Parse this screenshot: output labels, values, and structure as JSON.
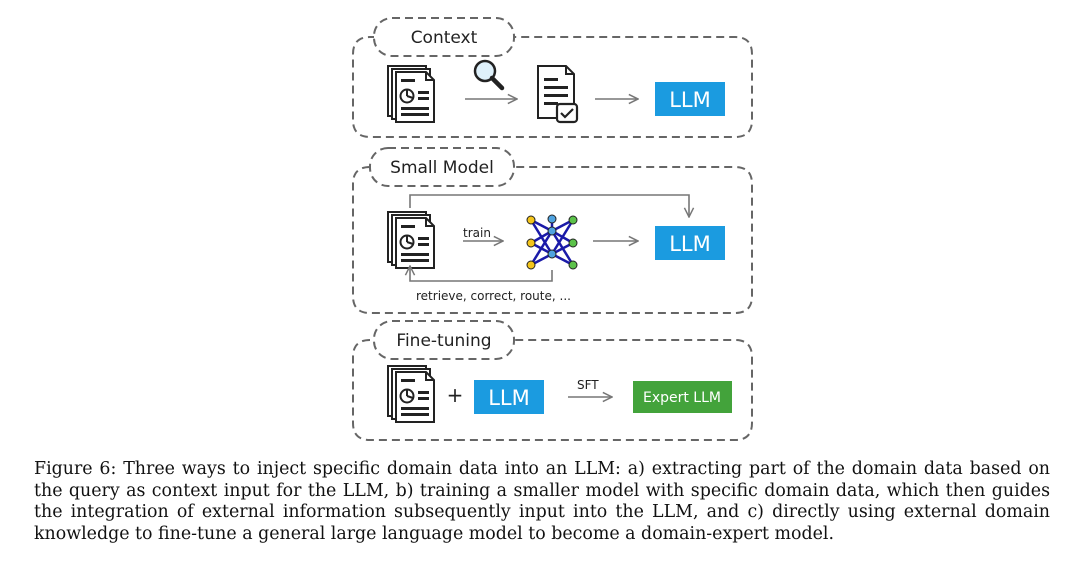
{
  "panels": {
    "context": {
      "title": "Context",
      "llm_label": "LLM"
    },
    "small_model": {
      "title": "Small Model",
      "train_label": "train",
      "llm_label": "LLM",
      "feedback_label": "retrieve, correct, route, ..."
    },
    "fine_tuning": {
      "title": "Fine-tuning",
      "plus": "+",
      "llm_label": "LLM",
      "sft_label": "SFT",
      "expert_label": "Expert LLM"
    }
  },
  "colors": {
    "llm_blue": "#1b9be0",
    "expert_green": "#43a33b",
    "border": "#666666",
    "arrow": "#777777"
  },
  "icons": [
    "document-stack-icon",
    "magnifier-icon",
    "checked-document-icon",
    "neural-network-icon"
  ],
  "caption": "Figure 6: Three ways to inject specific domain data into an LLM: a) extracting part of the domain data based on the query as context input for the LLM, b) training a smaller model with specific domain data, which then guides the integration of external information subsequently input into the LLM, and c) directly using external domain knowledge to fine-tune a general large language model to become a domain-expert model."
}
